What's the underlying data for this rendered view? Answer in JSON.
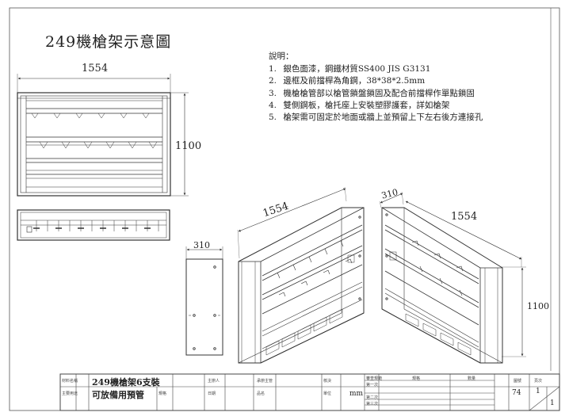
{
  "drawing": {
    "title": "249機槍架示意圖",
    "notes_header": "說明：",
    "notes": [
      {
        "n": "1.",
        "text": "銀色面漆，鋼鐵材質SS400 JIS G3131"
      },
      {
        "n": "2.",
        "text": "邊框及前擋桿為角鋼，38*38*2.5mm"
      },
      {
        "n": "3.",
        "text": "機槍槍管部以槍管鎖盤鎖固及配合前擋桿作單點鎖固"
      },
      {
        "n": "4.",
        "text": "雙側鋼板，槍托座上安裝塑膠護套，詳如槍架"
      },
      {
        "n": "5.",
        "text": "槍架需可固定於地面或牆上並預留上下左右後方連接孔"
      }
    ],
    "dims": {
      "front_width": "1554",
      "front_height": "1100",
      "side_depth": "310",
      "iso_left_width": "1554",
      "iso_right_depth": "310",
      "iso_right_width": "1554",
      "iso_right_height": "1100"
    }
  },
  "title_block": {
    "name_label": "材料名稱",
    "name_value": "249機槍架6支裝",
    "unit_label": "主要用途",
    "unit_value": "可放備用預管",
    "rows_small": [
      "第一次",
      "第二次",
      "第三次"
    ],
    "checked_label": "審查規範",
    "sheet_no": "74",
    "page": "1",
    "page_total": "1",
    "scale_unit": "mm",
    "col_headers": [
      "規格",
      "數量"
    ],
    "labels": [
      "規格",
      "主辦人",
      "承辦主管",
      "核決",
      "日期",
      "品名",
      "單位",
      "圖號",
      "頁次"
    ]
  }
}
